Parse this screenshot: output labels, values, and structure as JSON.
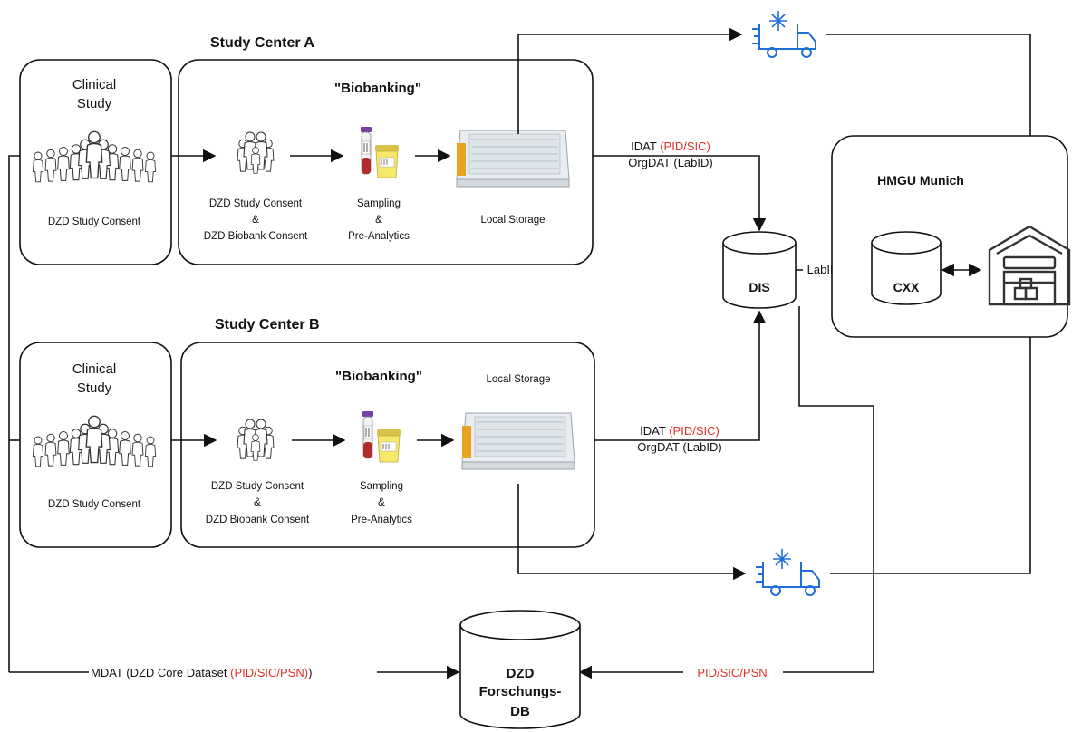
{
  "study_center_a": {
    "title": "Study Center A",
    "clinical_study": {
      "title_line1": "Clinical",
      "title_line2": "Study",
      "consent": "DZD Study Consent"
    },
    "biobanking": {
      "title": "\"Biobanking\"",
      "consent_line1": "DZD Study Consent",
      "consent_line2": "&",
      "consent_line3": "DZD Biobank Consent",
      "sampling_line1": "Sampling",
      "sampling_line2": "&",
      "sampling_line3": "Pre-Analytics",
      "storage": "Local Storage"
    },
    "flow_label": {
      "idat_prefix": "IDAT ",
      "idat_ids": "(PID/SIC)",
      "orgdat": "OrgDAT (LabID)"
    }
  },
  "study_center_b": {
    "title": "Study Center B",
    "clinical_study": {
      "title_line1": "Clinical",
      "title_line2": "Study",
      "consent": "DZD Study Consent"
    },
    "biobanking": {
      "title": "\"Biobanking\"",
      "consent_line1": "DZD Study Consent",
      "consent_line2": "&",
      "consent_line3": "DZD Biobank Consent",
      "sampling_line1": "Sampling",
      "sampling_line2": "&",
      "sampling_line3": "Pre-Analytics",
      "storage": "Local Storage"
    },
    "flow_label": {
      "idat_prefix": "IDAT ",
      "idat_ids": "(PID/SIC)",
      "orgdat": "OrgDAT (LabID)"
    }
  },
  "hmgu": {
    "title": "HMGU Munich",
    "cxx": "CXX"
  },
  "dis": {
    "label": "DIS",
    "link_label": "LabID"
  },
  "forschungs_db": {
    "line1": "DZD",
    "line2": "Forschungs-",
    "line3": "DB"
  },
  "mdat": {
    "prefix": "MDAT (DZD Core Dataset ",
    "ids": "(PID/SIC/PSN)",
    "suffix": ")"
  },
  "psn_label": "PID/SIC/PSN",
  "icons": {
    "transport": "refrigerated-truck-icon",
    "warehouse": "warehouse-icon",
    "people": "people-group-icon",
    "tube": "sample-tube-icon",
    "rack": "sample-rack-icon"
  },
  "colors": {
    "id_red": "#e0302a",
    "truck_blue": "#1f6fd6",
    "rack_orange": "#e8a321"
  }
}
